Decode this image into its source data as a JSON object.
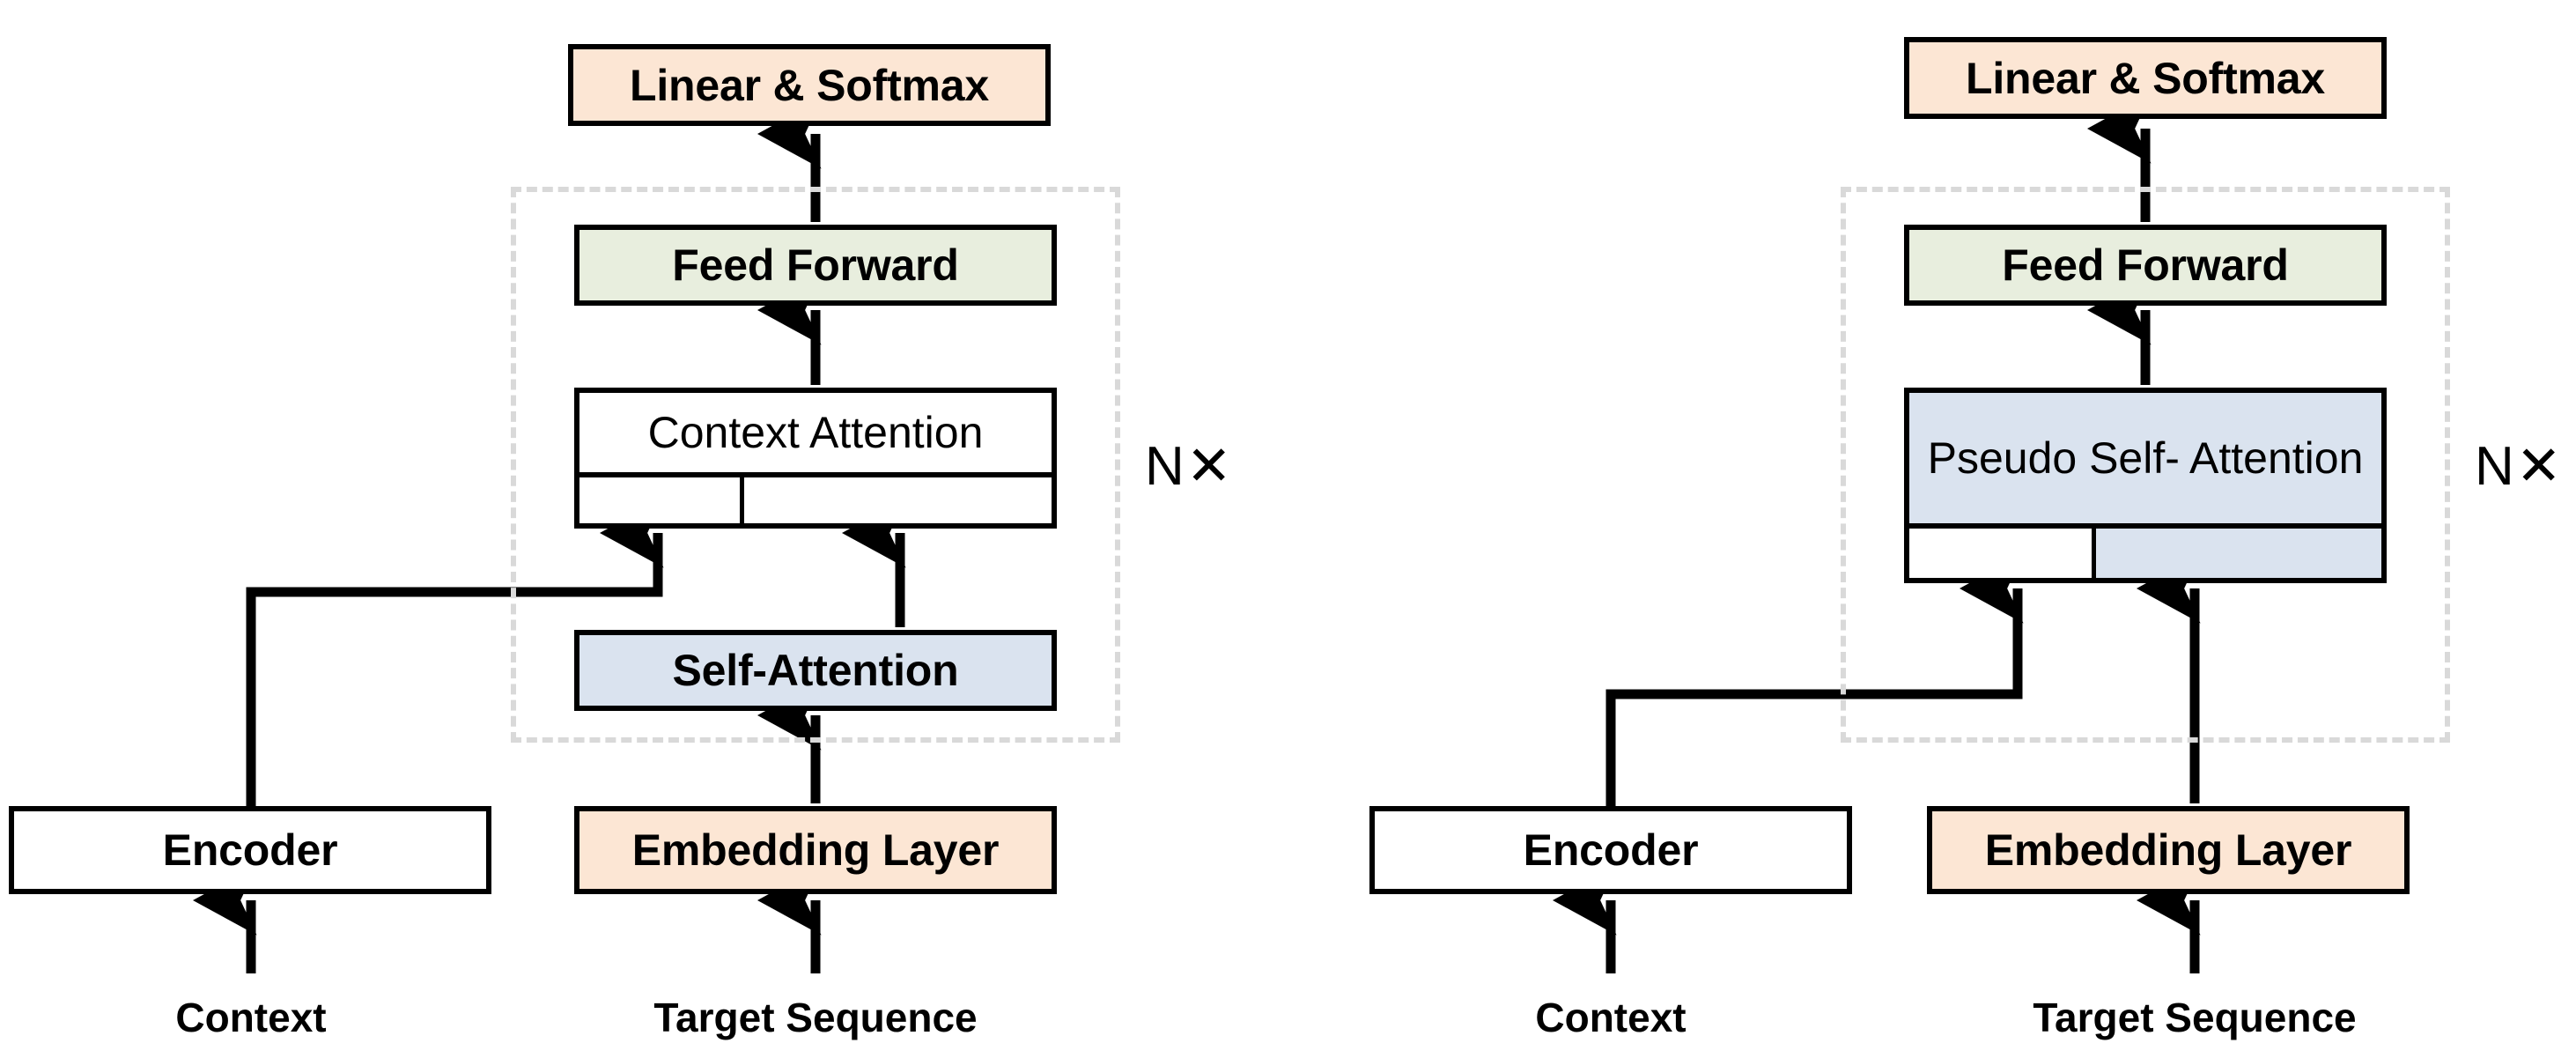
{
  "figure": {
    "type": "diagram",
    "subject": "Transformer decoder architectures: context attention vs pseudo self-attention",
    "panels": [
      {
        "id": "left",
        "name": "context-attention-decoder",
        "repeat_label": "N✕",
        "nodes": {
          "output_head": {
            "label": "Linear & Softmax",
            "fill": "#fce6d4"
          },
          "feed_forward": {
            "label": "Feed Forward",
            "fill": "#e8eede"
          },
          "attention": {
            "label": "Context Attention",
            "fill": "#ffffff",
            "foot_left_fill": "#ffffff",
            "foot_right_fill": "#ffffff"
          },
          "self_attention": {
            "label": "Self-Attention",
            "fill": "#dae3ef"
          },
          "encoder": {
            "label": "Encoder",
            "fill": "#ffffff"
          },
          "embedding": {
            "label": "Embedding Layer",
            "fill": "#fce6d4"
          }
        },
        "captions": {
          "context": "Context",
          "target": "Target Sequence"
        }
      },
      {
        "id": "right",
        "name": "pseudo-self-attention-decoder",
        "repeat_label": "N✕",
        "nodes": {
          "output_head": {
            "label": "Linear & Softmax",
            "fill": "#fce6d4"
          },
          "feed_forward": {
            "label": "Feed Forward",
            "fill": "#e8eede"
          },
          "attention": {
            "label": "Pseudo Self-\nAttention",
            "fill": "#dae3ef",
            "foot_left_fill": "#ffffff",
            "foot_right_fill": "#dae3ef"
          },
          "encoder": {
            "label": "Encoder",
            "fill": "#ffffff"
          },
          "embedding": {
            "label": "Embedding Layer",
            "fill": "#fce6d4"
          }
        },
        "captions": {
          "context": "Context",
          "target": "Target Sequence"
        }
      }
    ],
    "colors": {
      "peach": "#fce6d4",
      "green": "#e8eede",
      "blue": "#dae3ef",
      "white": "#ffffff",
      "stroke": "#000000",
      "dashed_stroke": "#d9d9d9",
      "background": "#ffffff"
    }
  }
}
